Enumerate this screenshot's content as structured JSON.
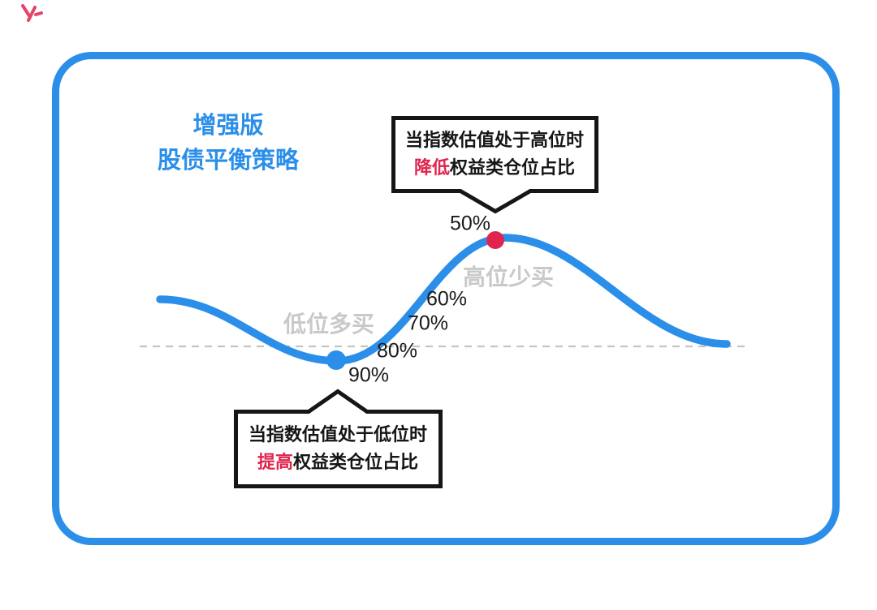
{
  "colors": {
    "blue": "#2B8FE9",
    "red": "#E0244E",
    "gray_label": "#C9C9C9",
    "dash_line": "#C4C4C4",
    "ink": "#161616",
    "background": "#FFFFFF"
  },
  "title": {
    "line1": "增强版",
    "line2": "股债平衡策略"
  },
  "callouts": {
    "high": {
      "line1": "当指数估值处于高位时",
      "emphasis": "降低",
      "line2_rest": "权益类仓位占比"
    },
    "low": {
      "line1": "当指数估值处于低位时",
      "emphasis": "提高",
      "line2_rest": "权益类仓位占比"
    }
  },
  "zone_labels": {
    "low": "低位多买",
    "high": "高位少买"
  },
  "equity_ratio_labels": [
    "50%",
    "60%",
    "70%",
    "80%",
    "90%"
  ],
  "markers": {
    "high_point": "red-dot-at-peak",
    "low_point": "blue-dot-at-trough"
  }
}
